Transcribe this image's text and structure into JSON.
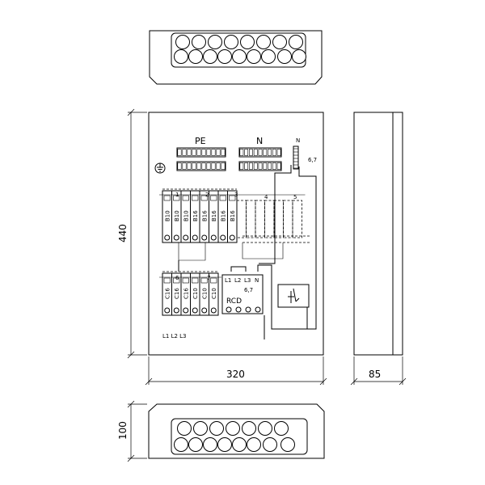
{
  "labels": {
    "pe": "PE",
    "n_bar": "N",
    "n_small": "N",
    "rating_top": "6,7",
    "group1": "1",
    "group2": "2",
    "group3": "3",
    "group4": "4",
    "group5": "5",
    "group6": "6",
    "group7": "7",
    "rcd": "RCD",
    "rcd_rating": "6,7",
    "rcd_l1": "L1",
    "rcd_l2": "L2",
    "rcd_l3": "L3",
    "rcd_n": "N",
    "phases": "L1 L2 L3"
  },
  "breakers_top": [
    "B10",
    "B10",
    "B10",
    "B16",
    "B16",
    "B16",
    "B16",
    "B16"
  ],
  "breakers_bottom": [
    "C16",
    "C16",
    "C16",
    "C10",
    "C10",
    "C10"
  ],
  "dimensions": {
    "height": "440",
    "width": "320",
    "depth": "85",
    "bottom_depth": "100"
  }
}
